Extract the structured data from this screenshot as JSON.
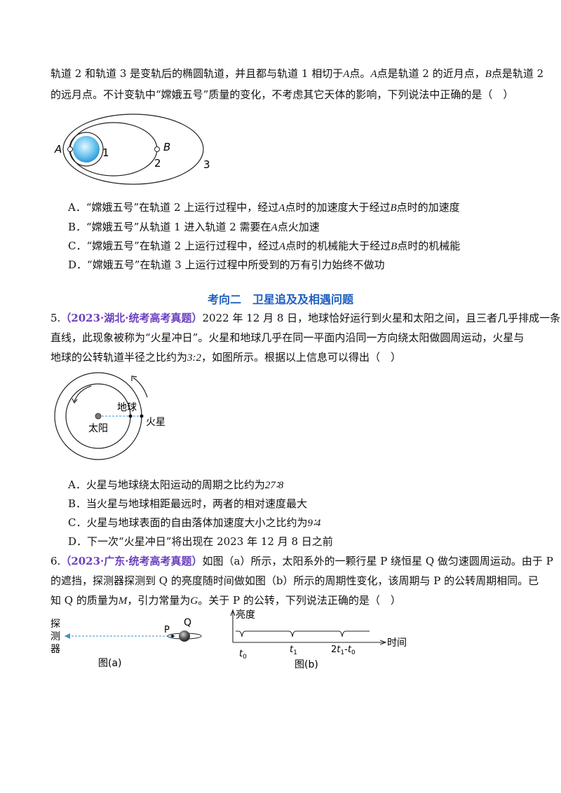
{
  "intro": {
    "line1_a": "轨道 2 和轨道 3 是变轨后的椭圆轨道，并且都与轨道 1 相切于",
    "pt_a": "A",
    "line1_b": "点。",
    "pt_a2": "A",
    "line1_c": "点是轨道 2 的近月点，",
    "pt_b": "B",
    "line1_d": "点是轨道 2",
    "line2": "的远月点。不计变轨中“嫦娥五号”质量的变化，不考虑其它天体的影响，下列说法中正确的是（　）"
  },
  "fig1": {
    "label_a": "A",
    "label_b": "B",
    "orbit1": "1",
    "orbit2": "2",
    "orbit3": "3"
  },
  "q4_options": [
    {
      "pre": "A．“嫦娥五号”在轨道 2 上运行过程中，经过",
      "v1": "A",
      "mid": "点时的加速度大于经过",
      "v2": "B",
      "post": "点时的加速度"
    },
    {
      "pre": "B．“嫦娥五号”从轨道 1 进入轨道 2 需要在",
      "v1": "A",
      "mid": "点火加速",
      "v2": "",
      "post": ""
    },
    {
      "pre": "C．“嫦娥五号”在轨道 2 上运行过程中，经过",
      "v1": "A",
      "mid": "点时的机械能大于经过",
      "v2": "B",
      "post": "点时的机械能"
    },
    {
      "pre": "D．“嫦娥五号”在轨道 3 上运行过程中所受到的万有引力始终不做功",
      "v1": "",
      "mid": "",
      "v2": "",
      "post": ""
    }
  ],
  "section_title": "考向二　卫星追及及相遇问题",
  "q5": {
    "num": "5.",
    "source": "（2023·湖北·统考高考真题）",
    "line1": "2022 年 12 月 8 日，地球恰好运行到火星和太阳之间，且三者几乎排成一条",
    "line2": "直线，此现象被称为“火星冲日”。火星和地球几乎在同一平面内沿同一方向绕太阳做圆周运动，火星与",
    "line3_a": "地球的公转轨道半径之比约为",
    "ratio": "3:2",
    "line3_b": "，如图所示。根据以上信息可以得出（　）",
    "fig": {
      "sun": "太阳",
      "earth": "地球",
      "mars": "火星"
    },
    "options": [
      {
        "text": "A．火星与地球绕太阳运动的周期之比约为",
        "math": "27∶8",
        "tail": ""
      },
      {
        "text": "B．当火星与地球相距最远时，两者的相对速度最大",
        "math": "",
        "tail": ""
      },
      {
        "text": "C．火星与地球表面的自由落体加速度大小之比约为",
        "math": "9∶4",
        "tail": ""
      },
      {
        "text": "D．下一次“火星冲日”将出现在 2023 年 12 月 8 日之前",
        "math": "",
        "tail": ""
      }
    ]
  },
  "q6": {
    "num": "6.",
    "source": "（2023·广东·统考高考真题）",
    "line1": "如图（a）所示，太阳系外的一颗行星 P 绕恒星 Q 做匀速圆周运动。由于 P",
    "line2": "的遮挡，探测器探测到 Q 的亮度随时间做如图（b）所示的周期性变化，该周期与 P 的公转周期相同。已",
    "line3_a": "知 Q 的质量为",
    "mass": "M",
    "line3_b": "，引力常量为",
    "g": "G",
    "line3_c": "。关于 P 的公转，下列说法正确的是（　）",
    "fig_a": {
      "detector": [
        "探",
        "测",
        "器"
      ],
      "p": "P",
      "q": "Q",
      "caption": "图(a)"
    },
    "fig_b": {
      "ylabel": "亮度",
      "xlabel": "时间",
      "t0": "t",
      "t0_sub": "0",
      "t1": "t",
      "t1_sub": "1",
      "t2a": "2",
      "t2b": "t",
      "t2_sub": "1",
      "t2c": "-",
      "t2d": "t",
      "t2_sub2": "0",
      "caption": "图(b)"
    }
  }
}
